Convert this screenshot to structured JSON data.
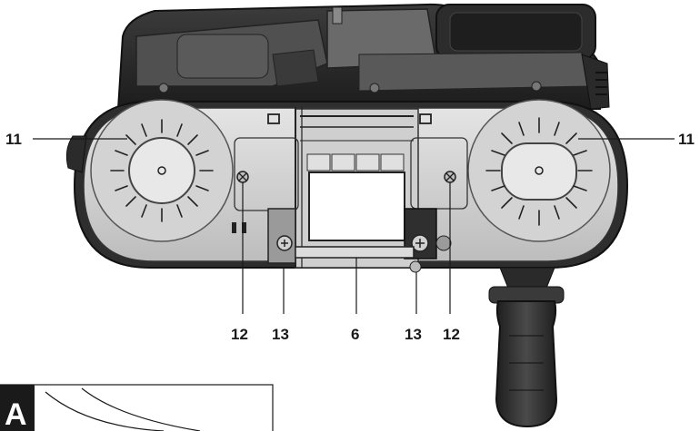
{
  "figure_tag": "A",
  "callouts": {
    "left_wheel_cover": "11",
    "right_wheel_cover": "11",
    "left_screw": "12",
    "right_screw": "12",
    "left_guide_knob": "13",
    "right_guide_knob": "13",
    "center_bar": "6"
  }
}
